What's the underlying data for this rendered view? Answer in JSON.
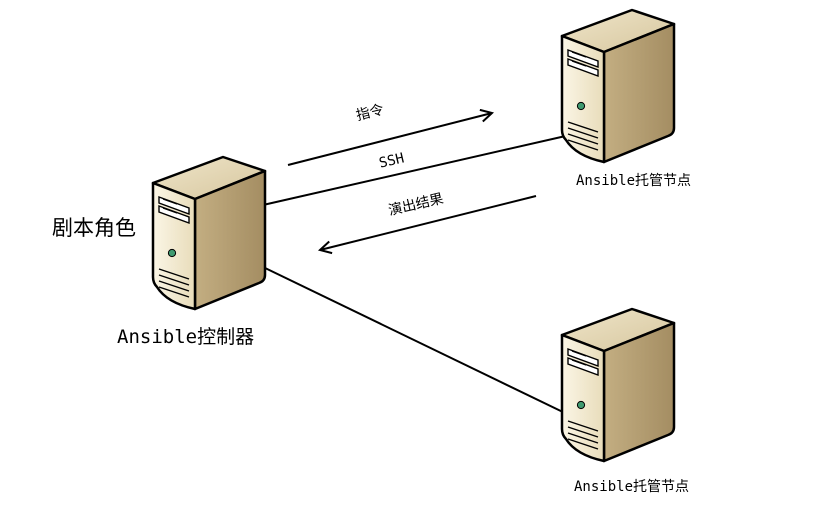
{
  "diagram": {
    "labels": {
      "role": "剧本角色",
      "controller": "Ansible控制器",
      "node_top": "Ansible托管节点",
      "node_bottom": "Ansible托管节点",
      "command": "指令",
      "ssh": "SSH",
      "result": "演出结果"
    },
    "colors": {
      "server_front": "#f2ead3",
      "server_side": "#cbb88f",
      "server_top": "#e0d3b0",
      "outline": "#000000",
      "led": "#3f9a70",
      "background": "#ffffff"
    },
    "icons": [
      "server-icon",
      "arrow-right-icon",
      "arrow-left-icon"
    ]
  }
}
